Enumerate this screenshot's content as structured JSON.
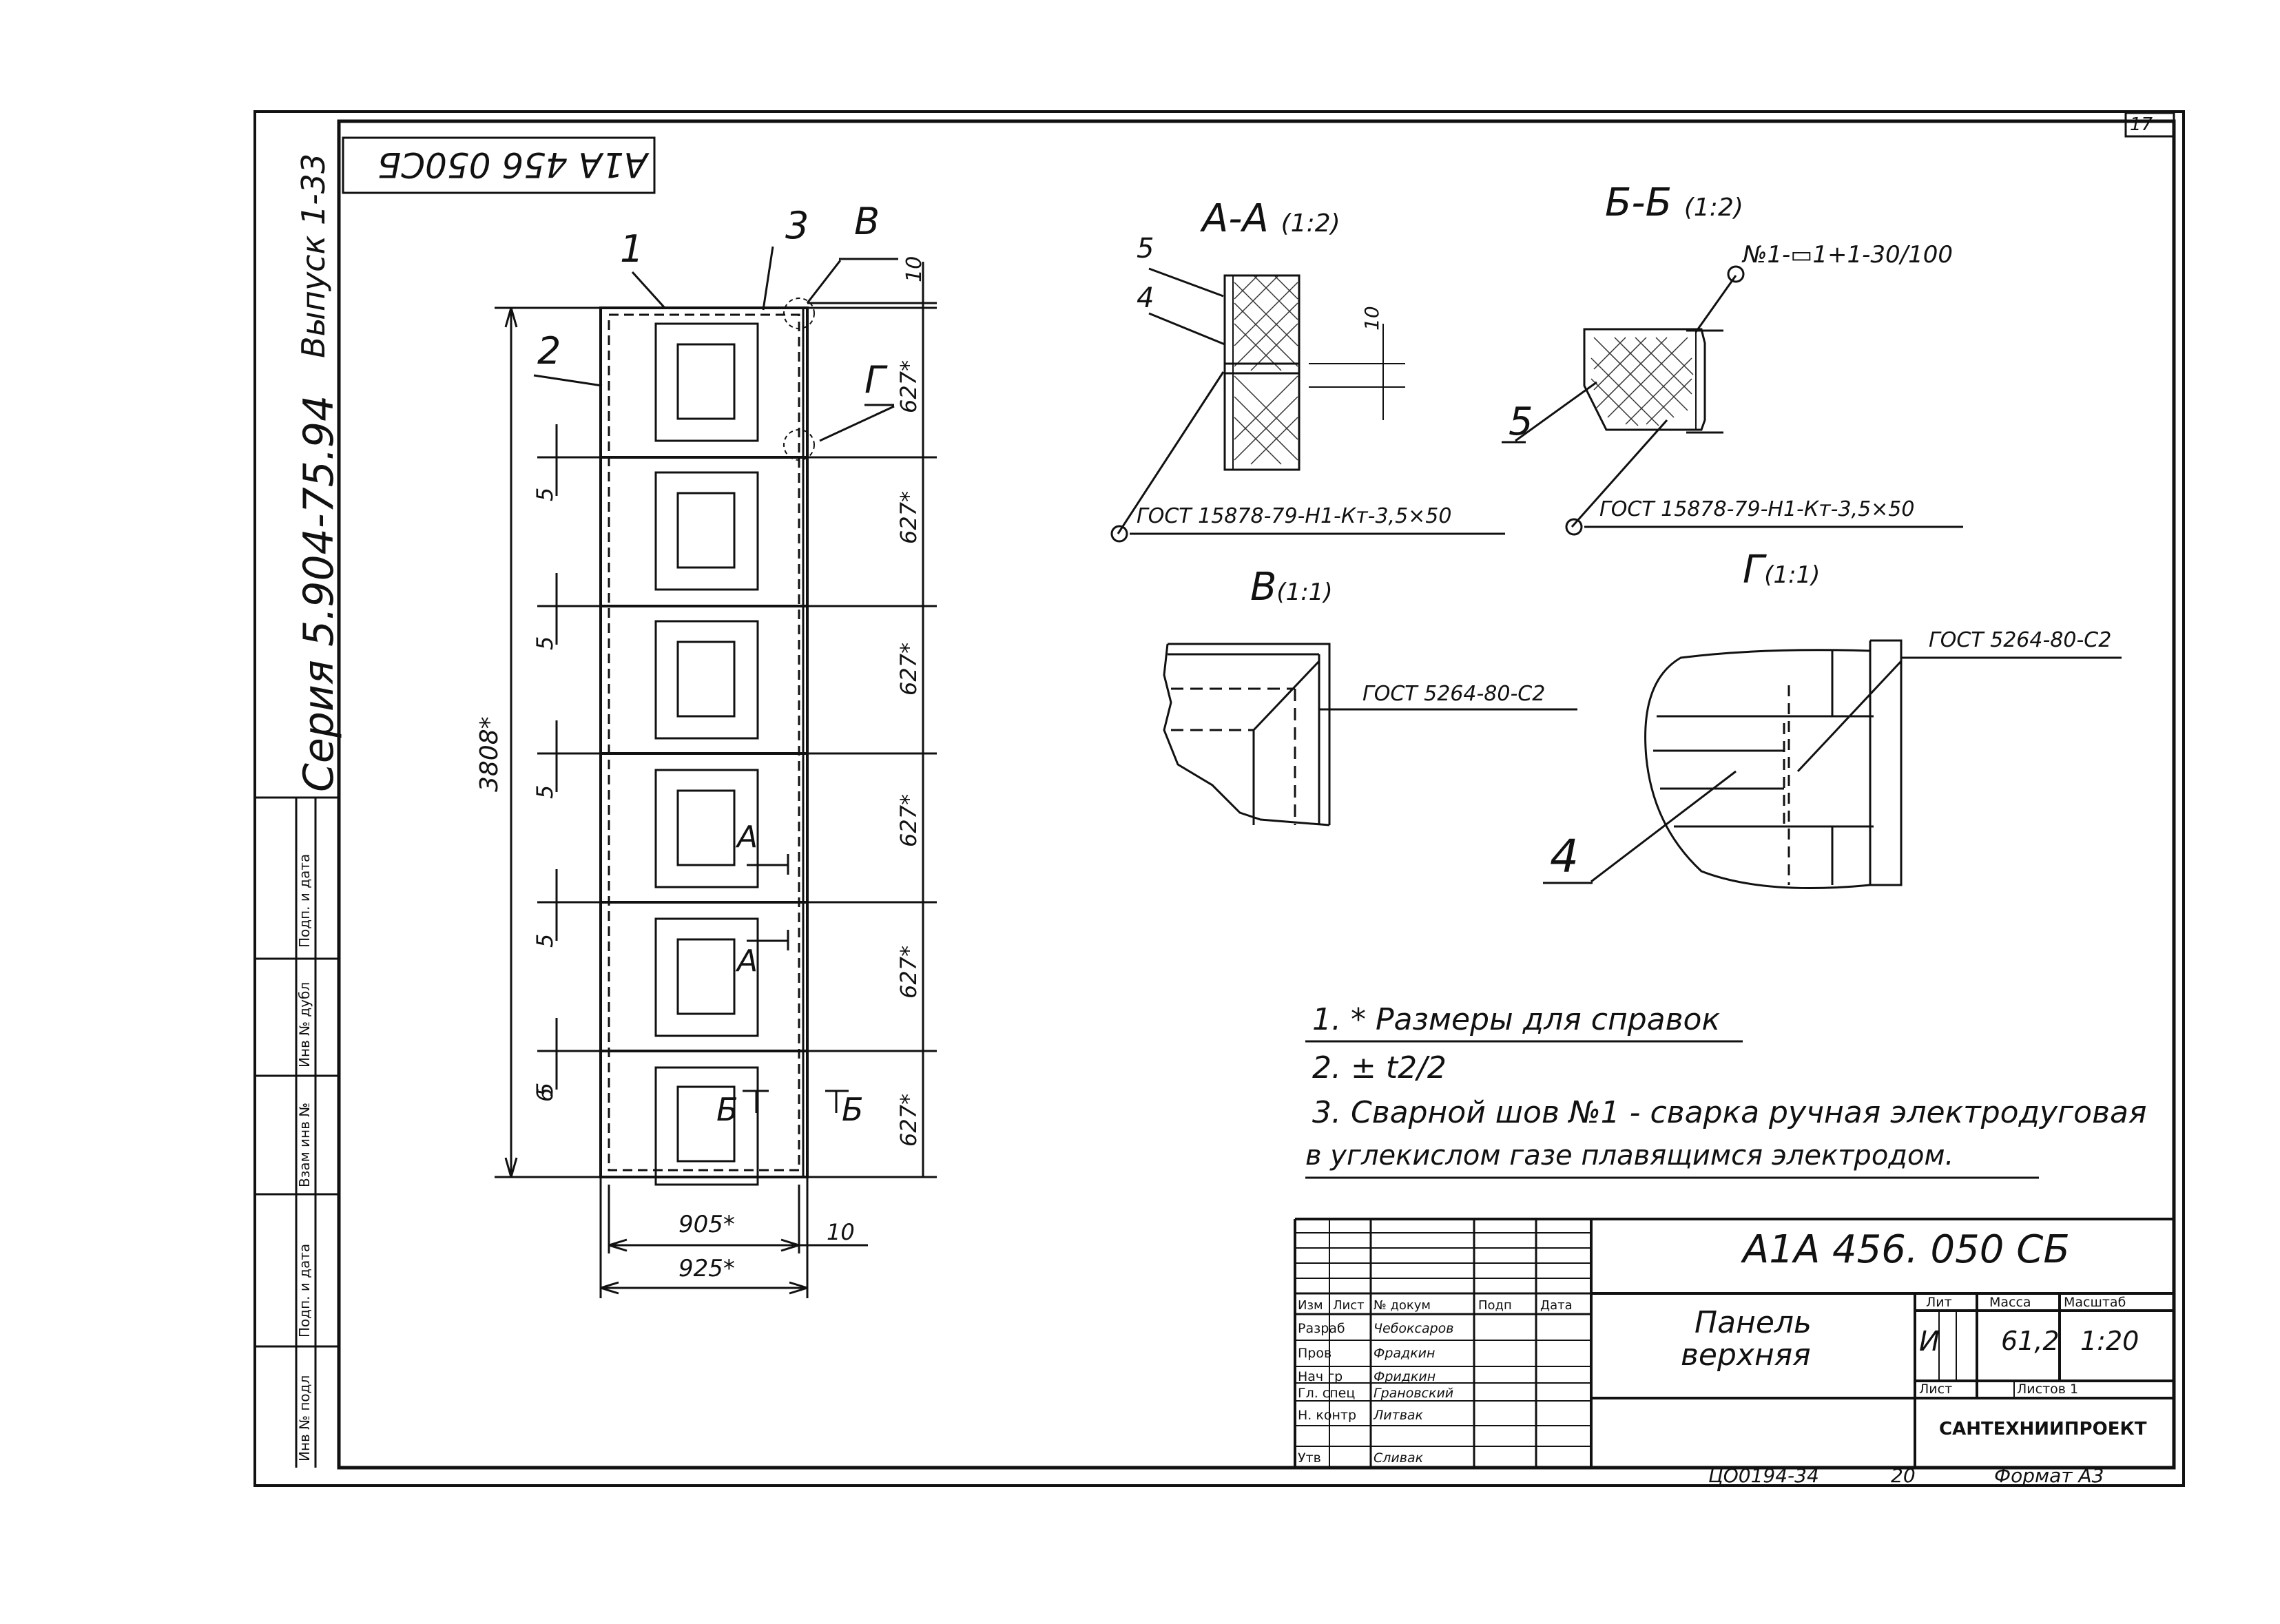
{
  "sheet": {
    "number": "17",
    "stamp": "А1А 456 050СБ",
    "series": "Серия 5.904-75.94",
    "issue": "Выпуск 1-33",
    "side_labels": [
      "Подп. и дата",
      "Инв № дубл",
      "Взам инв №",
      "Подп. и дата",
      "Инв № подл"
    ]
  },
  "main_view": {
    "callouts": [
      "1",
      "2",
      "3",
      "В",
      "Г"
    ],
    "overall_height": "3808*",
    "module_dims": [
      "627*",
      "627*",
      "627*",
      "627*",
      "627*",
      "627*"
    ],
    "gaps": [
      "5",
      "5",
      "5",
      "5",
      "5",
      "6"
    ],
    "top_dim": "10",
    "width_inner": "905*",
    "width_outer": "925*",
    "side_dim": "10",
    "section_marks": {
      "a": "А",
      "b": "Б"
    }
  },
  "section_aa": {
    "title": "А-А",
    "scale": "(1:2)",
    "label_5": "5",
    "label_4": "4",
    "dim": "10",
    "gost": "ГОСТ 15878-79-Н1-Кт-3,5×50"
  },
  "section_bb": {
    "title": "Б-Б",
    "scale": "(1:2)",
    "weld": "№1-▭1+1-30/100",
    "label_5": "5",
    "gost": "ГОСТ 15878-79-Н1-Кт-3,5×50"
  },
  "detail_v": {
    "title": "В",
    "scale": "(1:1)",
    "gost": "ГОСТ 5264-80-С2"
  },
  "detail_g": {
    "title": "Г",
    "scale": "(1:1)",
    "gost": "ГОСТ 5264-80-С2",
    "label_4": "4"
  },
  "notes": [
    "1. * Размеры для справок",
    "2. ± t2/2",
    "3. Сварной шов №1 - сварка ручная электродуговая",
    "в углекислом газе плавящимся электродом."
  ],
  "title_block": {
    "designation": "А1А 456. 050 СБ",
    "name_line1": "Панель",
    "name_line2": "верхняя",
    "col_headers": [
      "Изм",
      "Лист",
      "№ докум",
      "Подп",
      "Дата"
    ],
    "roles": [
      {
        "role": "Разраб",
        "name": "Чебоксаров"
      },
      {
        "role": "Пров",
        "name": "Фрадкин"
      },
      {
        "role": "Нач гр",
        "name": "Фридкин"
      },
      {
        "role": "Гл. спец",
        "name": "Грановский"
      },
      {
        "role": "Н. контр",
        "name": "Литвак"
      },
      {
        "role": "Утв",
        "name": "Сливак"
      }
    ],
    "lit_label": "Лит",
    "lit_value": "И",
    "mass_label": "Масса",
    "mass_value": "61,2",
    "scale_label": "Масштаб",
    "scale_value": "1:20",
    "sheet_label": "Лист",
    "sheets_label": "Листов 1",
    "org": "САНТЕХНИИПРОЕКТ",
    "footer_code": "ЦО0194-34",
    "footer_num": "20",
    "format": "Формат А3"
  }
}
